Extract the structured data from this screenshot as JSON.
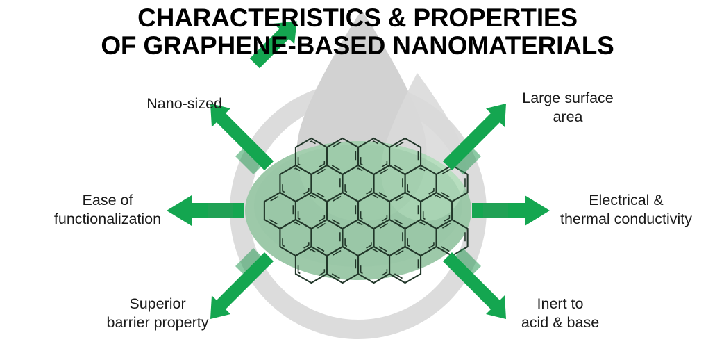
{
  "title": {
    "line1": "CHARACTERISTICS & PROPERTIES",
    "line2": "OF GRAPHENE-BASED NANOMATERIALS",
    "full": "CHARACTERISTICS & PROPERTIES\nOF GRAPHENE-BASED NANOMATERIALS"
  },
  "center": {
    "subject": "graphene nanomaterial hexagonal lattice",
    "lattice_icon": "honeycomb-lattice-icon",
    "droplet_icon": "water-droplet-icon",
    "ring_icon": "circular-ring-icon"
  },
  "properties": [
    {
      "id": "nano-sized",
      "label": "Nano-sized",
      "position": "top-left",
      "arrow_direction": "up-left",
      "arrow_icon": "arrow-up-left-icon"
    },
    {
      "id": "large-surface-area",
      "label": "Large surface\narea",
      "position": "top-right",
      "arrow_direction": "up-right",
      "arrow_icon": "arrow-up-right-icon"
    },
    {
      "id": "ease-of-functionalization",
      "label": "Ease of\nfunctionalization",
      "position": "middle-left",
      "arrow_direction": "left",
      "arrow_icon": "arrow-left-icon"
    },
    {
      "id": "electrical-thermal-conductivity",
      "label": "Electrical &\nthermal conductivity",
      "position": "middle-right",
      "arrow_direction": "right",
      "arrow_icon": "arrow-right-icon"
    },
    {
      "id": "superior-barrier-property",
      "label": "Superior\nbarrier property",
      "position": "bottom-left",
      "arrow_direction": "down-left",
      "arrow_icon": "arrow-down-left-icon"
    },
    {
      "id": "inert-to-acid-base",
      "label": "Inert to\nacid & base",
      "position": "bottom-right",
      "arrow_direction": "down-right",
      "arrow_icon": "arrow-down-right-icon"
    }
  ],
  "colors": {
    "background": "#ffffff",
    "title_text": "#000000",
    "label_text": "#1a1a1a",
    "arrow_green": "#14a650",
    "arrow_green_dark": "#2e9e5b",
    "ellipse_green": "#9dc9a9",
    "ellipse_green_light": "#b4ddbd",
    "droplet_gray": "#d4d4d4",
    "ring_gray": "#d9d9d9",
    "lattice_stroke": "#1e3326"
  }
}
